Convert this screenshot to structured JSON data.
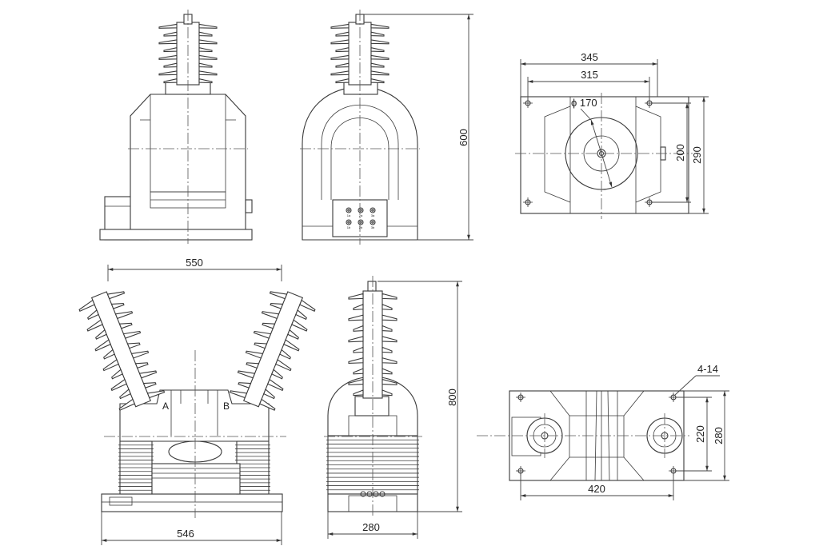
{
  "dimensions": {
    "top_side_height": "600",
    "top_plan_outer_width": "345",
    "top_plan_inner_width": "315",
    "top_plan_bore": "ϕ 170",
    "top_plan_hole_spacing": "200",
    "top_plan_depth": "290",
    "bottom_bushing_spacing": "550",
    "bottom_front_width": "546",
    "bottom_side_height": "800",
    "bottom_side_width": "280",
    "bottom_plan_holes": "4-14",
    "bottom_plan_hole_spacing": "220",
    "bottom_plan_depth": "280",
    "bottom_plan_width": "420"
  },
  "phase_labels": {
    "left": "A",
    "right": "B"
  },
  "terminal_labels": [
    "1a",
    "2a",
    "3a",
    "1b",
    "2b",
    "3b"
  ]
}
